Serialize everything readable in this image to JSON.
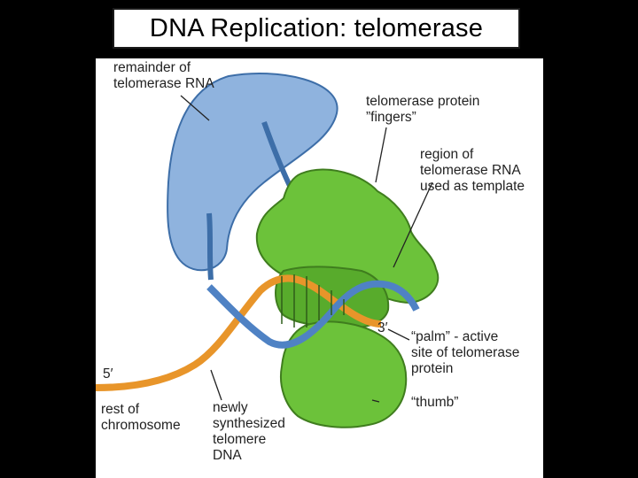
{
  "title": "DNA Replication: telomerase",
  "labels": {
    "remainder_rna": "remainder of\ntelomerase RNA",
    "fingers": "telomerase protein\n”fingers”",
    "template_region": "region of\ntelomerase RNA\nused as template",
    "three_prime": "3′",
    "palm": "“palm” - active\nsite of telomerase\nprotein",
    "five_prime": "5′",
    "rest_chromosome": "rest of\nchromosome",
    "newly_synth": "newly\nsynthesized\ntelomere\nDNA",
    "thumb": "“thumb”"
  },
  "colors": {
    "rna_blue": "#8fb3de",
    "protein_green": "#6cc23a",
    "dna_orange": "#e8952a",
    "dna_blue": "#4f82c4"
  }
}
